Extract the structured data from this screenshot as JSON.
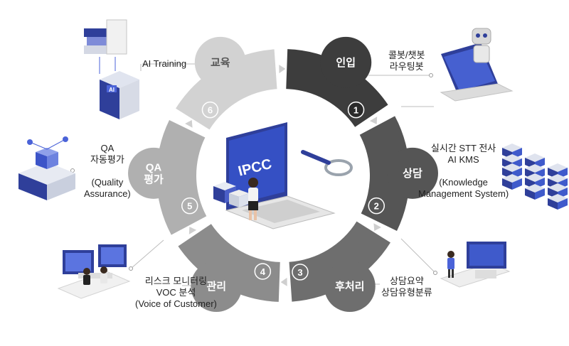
{
  "center": {
    "screen_text": "IPCC"
  },
  "stages": [
    {
      "number": "1",
      "title": "인입",
      "color": "#3d3d3d",
      "text_color": "#ffffff"
    },
    {
      "number": "2",
      "title": "상담",
      "color": "#555555",
      "text_color": "#ffffff"
    },
    {
      "number": "3",
      "title": "후처리",
      "color": "#6e6e6e",
      "text_color": "#ffffff"
    },
    {
      "number": "4",
      "title": "관리",
      "color": "#8c8c8c",
      "text_color": "#ffffff"
    },
    {
      "number": "5",
      "title": "QA\n평가",
      "color": "#b0b0b0",
      "text_color": "#ffffff"
    },
    {
      "number": "6",
      "title": "교육",
      "color": "#d2d2d2",
      "text_color": "#555555"
    }
  ],
  "labels": {
    "intake": [
      "콜봇/챗봇",
      "라우팅봇"
    ],
    "consult": [
      "실시간 STT 전사",
      "AI KMS",
      "",
      "(Knowledge",
      "Management System)"
    ],
    "post": [
      "상담요약",
      "상담유형분류"
    ],
    "manage": [
      "리스크 모니터링",
      "VOC 분석",
      "(Voice of Customer)"
    ],
    "qa": [
      "QA",
      "자동평가",
      "",
      "(Quality",
      "Assurance)"
    ],
    "edu": [
      "AI Training"
    ]
  },
  "icons": {
    "edu": "ai-chip-books-icon",
    "intake": "robot-laptop-icon",
    "consult": "server-stack-icon",
    "post": "agent-screen-icon",
    "manage": "team-dashboard-icon",
    "qa": "cube-network-icon",
    "ai_chip_text": "AI"
  }
}
